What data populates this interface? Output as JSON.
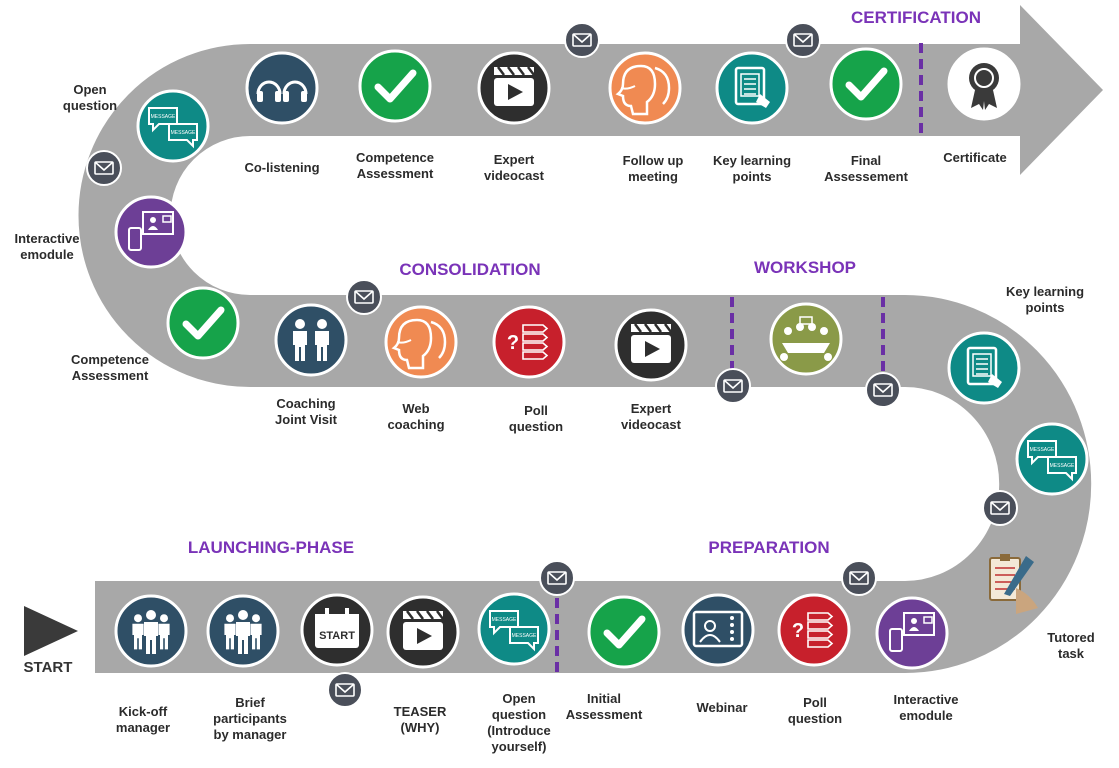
{
  "phases": {
    "certification": "CERTIFICATION",
    "consolidation": "CONSOLIDATION",
    "workshop": "WORKSHOP",
    "launching": "LAUNCHING-PHASE",
    "preparation": "PREPARATION"
  },
  "start_label": "START",
  "colors": {
    "road": "#a8a8a8",
    "navy": "#2f4f66",
    "green": "#16a34a",
    "black": "#2e2e2e",
    "orange": "#f08a52",
    "teal": "#0e8a86",
    "purple": "#6d3f96",
    "red": "#c7202c",
    "olive": "#8a9a48",
    "marker": "#6a2fa5",
    "phase": "#7a33b8"
  },
  "steps": {
    "top": [
      {
        "lines": [
          "Co-listening"
        ],
        "icon": "headphones-icon"
      },
      {
        "lines": [
          "Competence",
          "Assessment"
        ],
        "icon": "checkmark-icon"
      },
      {
        "lines": [
          "Expert",
          "videocast"
        ],
        "icon": "video-clapper-icon"
      },
      {
        "lines": [
          "Follow up",
          "meeting"
        ],
        "icon": "speaking-heads-icon"
      },
      {
        "lines": [
          "Key learning",
          "points"
        ],
        "icon": "tablet-document-icon"
      },
      {
        "lines": [
          "Final",
          "Assessement"
        ],
        "icon": "checkmark-icon"
      },
      {
        "lines": [
          "Certificate"
        ],
        "icon": "award-ribbon-icon"
      }
    ],
    "left_curve": [
      {
        "lines": [
          "Open",
          "question"
        ],
        "icon": "message-bubbles-icon"
      },
      {
        "lines": [
          "Interactive",
          "emodule"
        ],
        "icon": "phone-screen-icon"
      },
      {
        "lines": [
          "Competence",
          "Assessment"
        ],
        "icon": "checkmark-icon"
      }
    ],
    "middle": [
      {
        "lines": [
          "Coaching",
          "Joint Visit"
        ],
        "icon": "two-persons-icon"
      },
      {
        "lines": [
          "Web",
          "coaching"
        ],
        "icon": "speaking-heads-icon"
      },
      {
        "lines": [
          "Poll",
          "question"
        ],
        "icon": "poll-list-icon"
      },
      {
        "lines": [
          "Expert",
          "videocast"
        ],
        "icon": "video-clapper-icon"
      },
      {
        "lines": [],
        "icon": "meeting-table-icon"
      }
    ],
    "right_curve": [
      {
        "lines": [
          "Key learning",
          "points"
        ],
        "icon": "tablet-document-icon"
      },
      {
        "lines": [],
        "icon": "message-bubbles-icon"
      },
      {
        "lines": [
          "Tutored",
          "task"
        ],
        "icon": "clipboard-pen-icon"
      }
    ],
    "bottom": [
      {
        "lines": [
          "Kick-off",
          "manager"
        ],
        "icon": "group-icon"
      },
      {
        "lines": [
          "Brief",
          "participants",
          "by manager"
        ],
        "icon": "group-icon"
      },
      {
        "lines": [],
        "icon": "start-calendar-icon"
      },
      {
        "lines": [
          "TEASER",
          "(WHY)"
        ],
        "icon": "video-clapper-icon"
      },
      {
        "lines": [
          "Open",
          "question",
          "(Introduce",
          "yourself)"
        ],
        "icon": "message-bubbles-icon"
      },
      {
        "lines": [
          "Initial",
          "Assessment"
        ],
        "icon": "checkmark-icon"
      },
      {
        "lines": [
          "Webinar"
        ],
        "icon": "webinar-screen-icon"
      },
      {
        "lines": [
          "Poll",
          "question"
        ],
        "icon": "poll-list-icon"
      },
      {
        "lines": [
          "Interactive",
          "emodule"
        ],
        "icon": "phone-screen-icon"
      }
    ]
  },
  "calendar_text": "START",
  "bubble_text": "MESSAGE"
}
